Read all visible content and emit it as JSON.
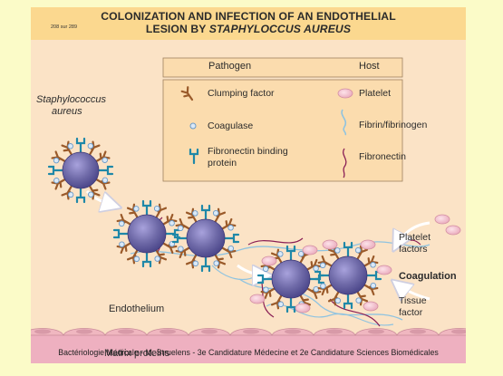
{
  "header": {
    "page_number": "208 sur 289",
    "title_line1": "COLONIZATION AND INFECTION OF AN ENDOTHELIAL",
    "title_line2_prefix": "LESION BY ",
    "title_line2_italic": "STAPHYLOCCUS AUREUS"
  },
  "legend": {
    "pathogen_heading": "Pathogen",
    "host_heading": "Host",
    "pathogen_items": [
      "Clumping factor",
      "Coagulase",
      "Fibronectin binding",
      "protein"
    ],
    "host_items": [
      "Platelet",
      "Fibrin/fibrinogen",
      "Fibronectin"
    ]
  },
  "labels": {
    "organism_line1": "Staphylococcus",
    "organism_line2": "aureus",
    "platelet_factors_line1": "Platelet",
    "platelet_factors_line2": "factors",
    "coagulation": "Coagulation",
    "tissue_factor_line1": "Tissue",
    "tissue_factor_line2": "factor",
    "endothelium": "Endothelium",
    "matrix_proteins": "Matrix proteins"
  },
  "footer": "Bactériologie Médicale - M. Struelens - 3e Candidature Médecine et 2e Candidature Sciences Biomédicales",
  "colors": {
    "page_background": "#fbfbc8",
    "slide_background": "#fbe3c6",
    "header_band": "#fbd88f",
    "legend_box": "#fbdcae",
    "bacterium": "#6f6aa8",
    "clumping_factor": "#9a5a2a",
    "coagulase": "#a6c4e2",
    "fibronectin_binding_protein": "#1f88a8",
    "platelet": "#f1bccc",
    "fibrin": "#8fc3e0",
    "fibronectin": "#8a1f55",
    "endothelium": "#f0b7c0",
    "matrix": "#eeb0c0"
  }
}
